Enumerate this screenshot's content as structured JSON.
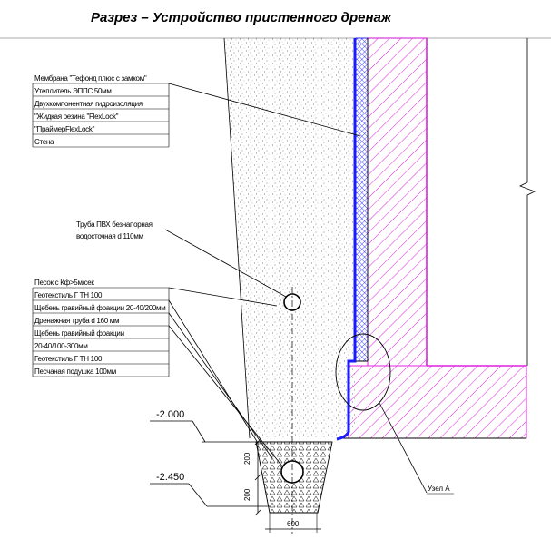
{
  "title": "Разрез – Устройство пристенного дренаж",
  "wall_layers": [
    "Мембрана \"Тефонд плюс с замком\"",
    "Утеплитель ЭППС 50мм",
    "Двухкомпонентная гидроизоляция",
    "\"Жидкая резина \"FlexLock\"",
    "\"ПраймерFlexLock\"",
    "Стена"
  ],
  "pipe_label": [
    "Труба ПВХ безнапорная",
    "водосточная d 110мм"
  ],
  "drain_layers": [
    "Песок с Кф>5м/сек",
    "Геотекстиль Г ТН 100",
    "Щебень гравийный фракции 20-40/200мм",
    "Дренажная труба d 160 мм",
    "Щебень гравийный фракции",
    "20-40/100-300мм",
    "Геотекстиль Г ТН 100",
    "Песчаная подушка 100мм"
  ],
  "elevations": [
    "-2.000",
    "-2.450"
  ],
  "dimensions": {
    "height_upper": "200",
    "height_lower": "200",
    "trench_width": "600"
  },
  "node_label": "Узел А",
  "colors": {
    "wall": "#e020e0",
    "waterproofing": "#1a1aff",
    "lines": "#000000",
    "sand_dots": "#555555"
  }
}
